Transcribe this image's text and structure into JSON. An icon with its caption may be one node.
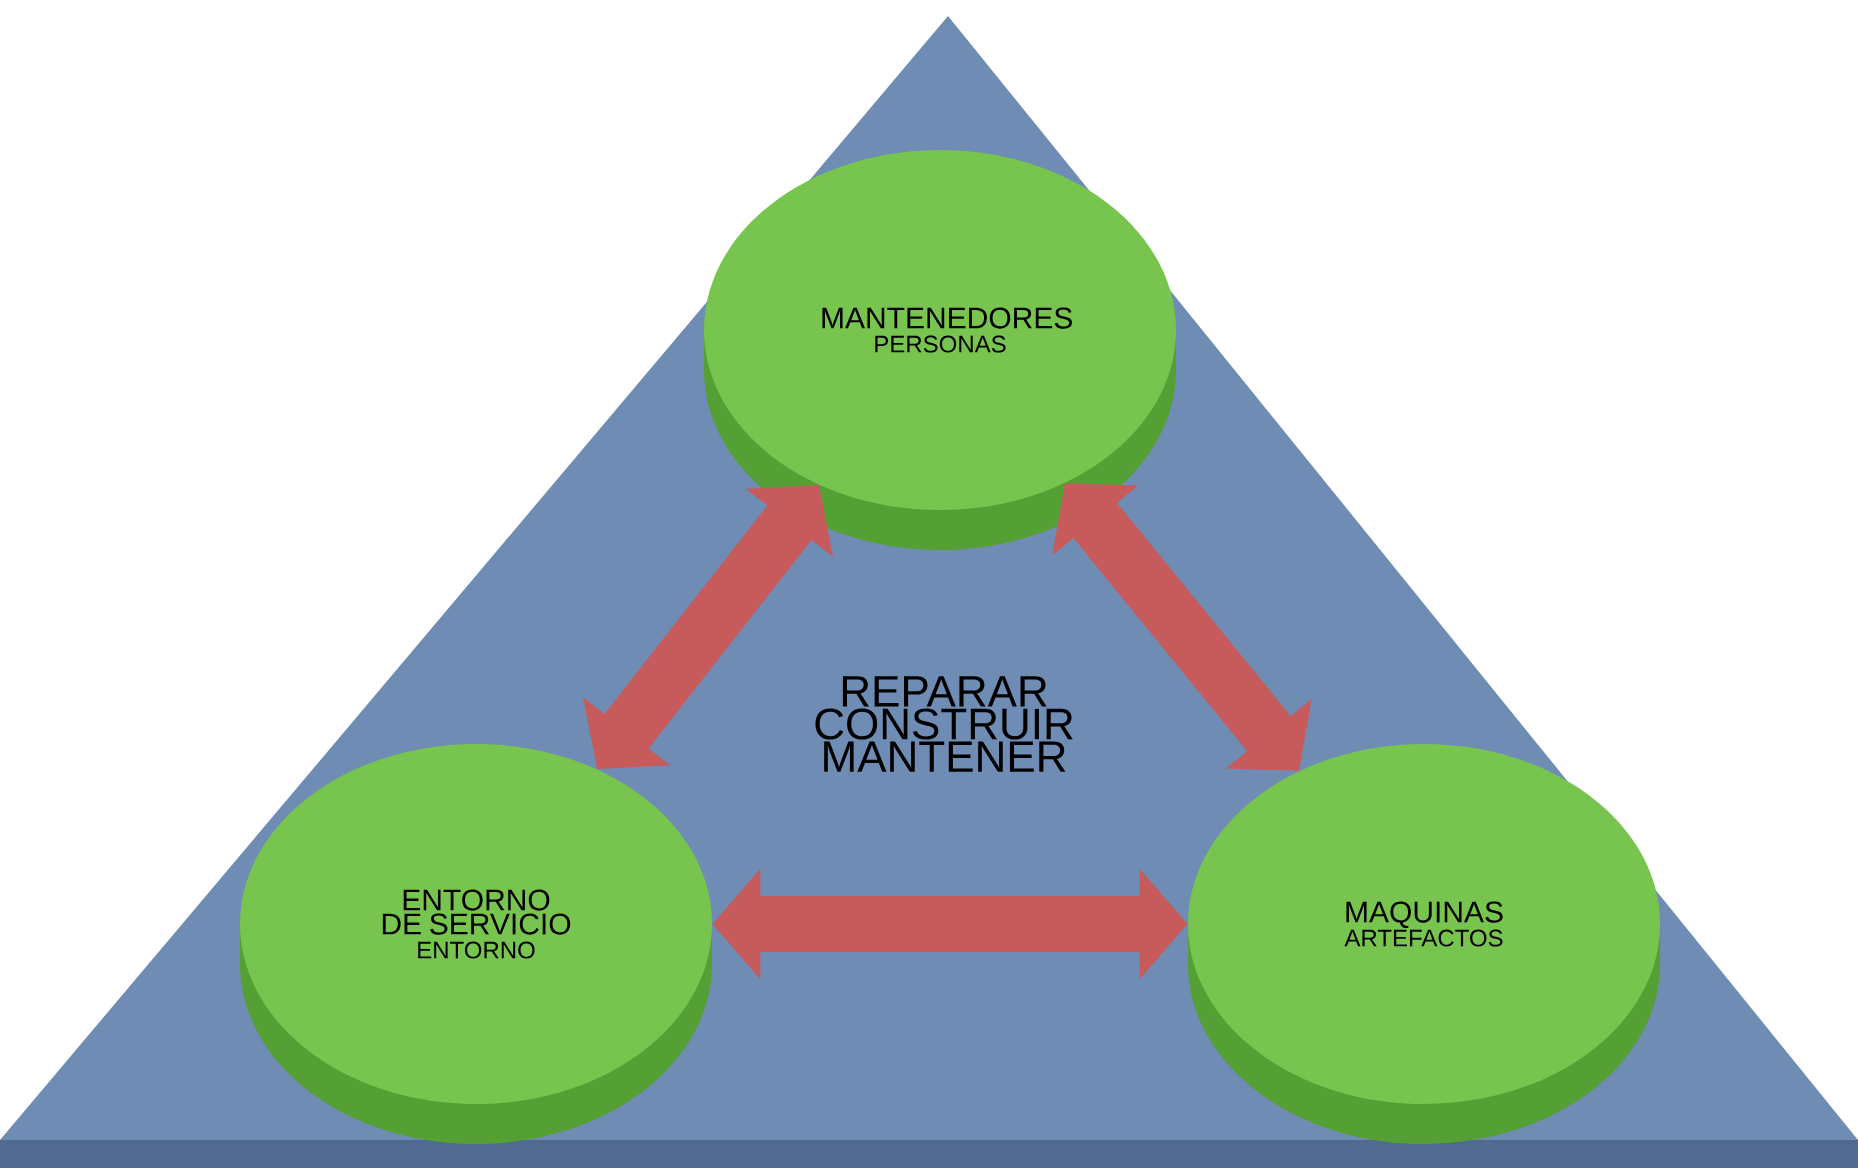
{
  "diagram": {
    "nodes": [
      {
        "text": [
          "REPARAR CONSTRUIR MANTENER"
        ]
      },
      {
        "text": [
          "MANTENEDORES",
          "PERSONAS"
        ],
        "in": 0
      },
      {
        "text": [
          "ENTORNO DE SERVICIO",
          "ENTORNO"
        ],
        "in": 0
      },
      {
        "text": [
          "MAQUINAS",
          "ARTEFACTOS"
        ],
        "in": 0
      }
    ],
    "edges": [
      {
        "from": 1,
        "to": 2,
        "arrow": "both"
      },
      {
        "from": 1,
        "to": 3,
        "arrow": "both"
      },
      {
        "from": 2,
        "to": 3,
        "arrow": "both"
      }
    ]
  }
}
